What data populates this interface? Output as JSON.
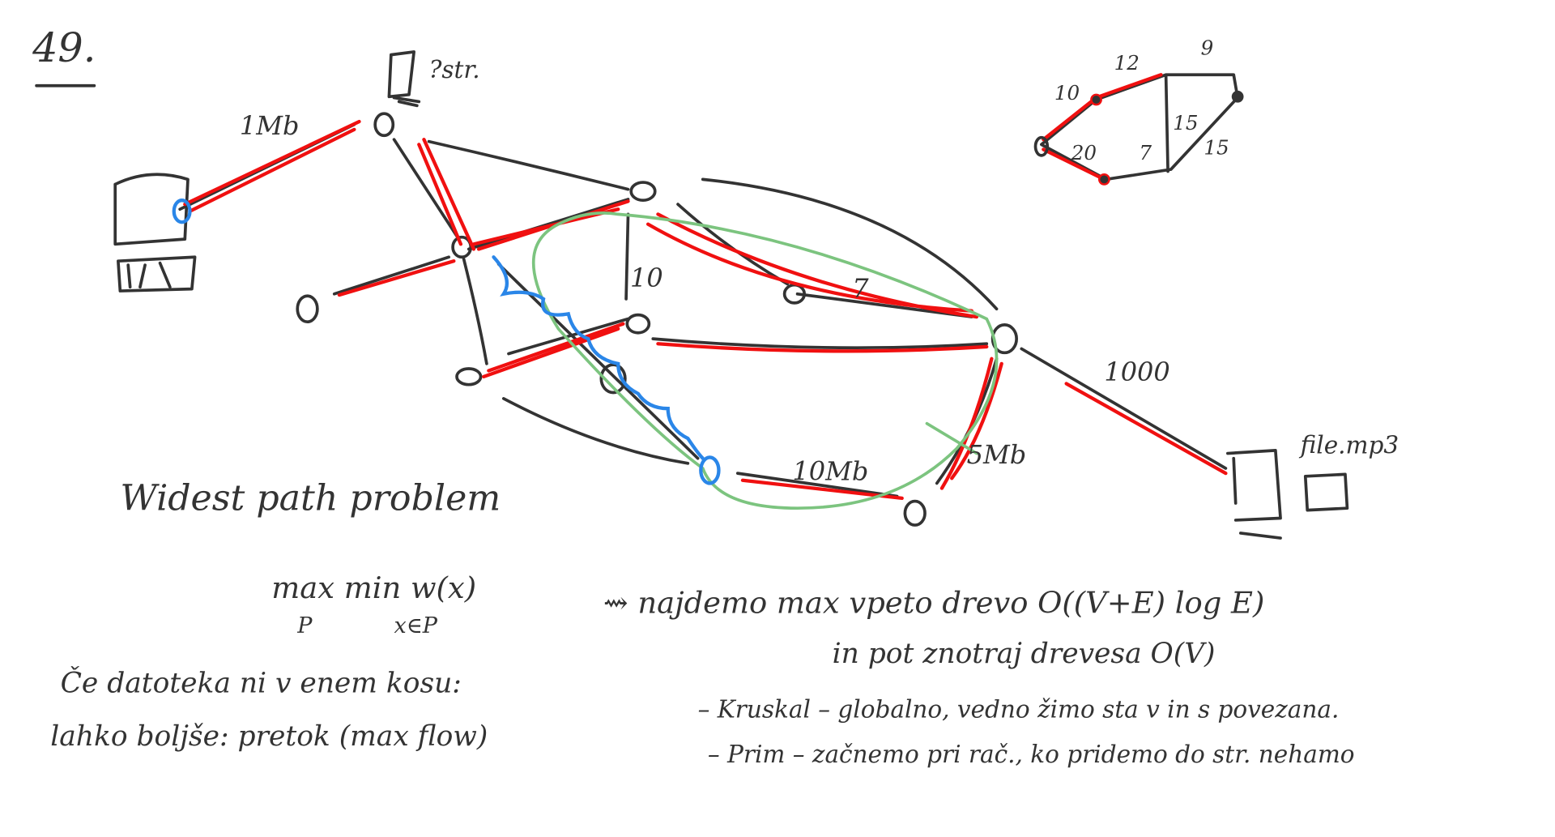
{
  "title": "49.",
  "labels": {
    "source_label": "?str.",
    "edge_1mb": "1Mb",
    "edge_10": "10",
    "edge_7": "7",
    "edge_1000": "1000",
    "edge_10mb": "10Mb",
    "edge_5mb": "5Mb",
    "target_file": "file.mp3"
  },
  "mini_graph": {
    "weights": [
      "12",
      "9",
      "10",
      "15",
      "20",
      "7",
      "15"
    ]
  },
  "notes": {
    "heading": "Widest path problem",
    "formula": "max min w(x)",
    "formula_sub_p": "P",
    "formula_sub_x": "x∈P",
    "line1": "⇝ najdemo max vpeto drevo  O((V+E) log E)",
    "line2": "in pot znotraj drevesa  O(V)",
    "line3": "– Kruskal – globalno, vedno žimo sta v in s povezana.",
    "line4": "– Prim – začnemo pri rač., ko pridemo do str. nehamo",
    "left1": "Če datoteka ni v enem kosu:",
    "left2": "lahko boljše: pretok (max flow)"
  },
  "colors": {
    "ink": "#333333",
    "red": "#f01010",
    "green": "#7cc47f",
    "blue": "#2a86e8"
  }
}
